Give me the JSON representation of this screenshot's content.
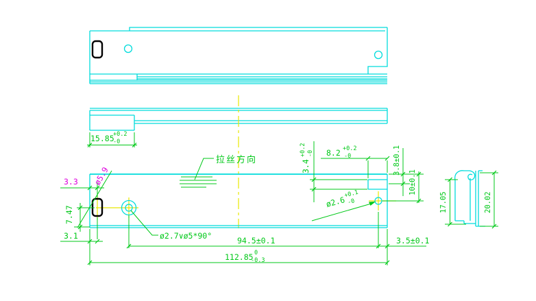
{
  "colors": {
    "part_outline": "#00dcdc",
    "dimension": "#00c818",
    "highlight": "#dd00dd",
    "centerline": "#e8e800",
    "slot_outline": "#000000",
    "background": "#ffffff"
  },
  "labels": {
    "brush_direction": "拉丝方向",
    "counterbore_note": "ø2.7∨ø5*90°"
  },
  "dims": {
    "tab_width": {
      "v": "15.85",
      "p": "+0.2",
      "m": "-0"
    },
    "slot_center_offset": "3.3",
    "slot_diameter": "ø5.9",
    "slot_center_height": "7.47",
    "slot_bottom_offset": "3.1",
    "step_depth": {
      "v": "3.4",
      "p": "+0.2",
      "m": "-0"
    },
    "notch_width": {
      "v": "8.2",
      "p": "+0.2",
      "m": "-0"
    },
    "step_height": "3.8±0.1",
    "hole_from_top": "10±0.1",
    "hole_diameter": {
      "v": "ø2.6",
      "p": "+0.1",
      "m": "-0"
    },
    "hole_spacing": "94.5±0.1",
    "hole_to_edge": "3.5±0.1",
    "overall_length": {
      "v": "112.85",
      "p": "0",
      "m": "-0.3"
    },
    "profile_inner_height": "17.05",
    "profile_outer_height": "20.02"
  }
}
